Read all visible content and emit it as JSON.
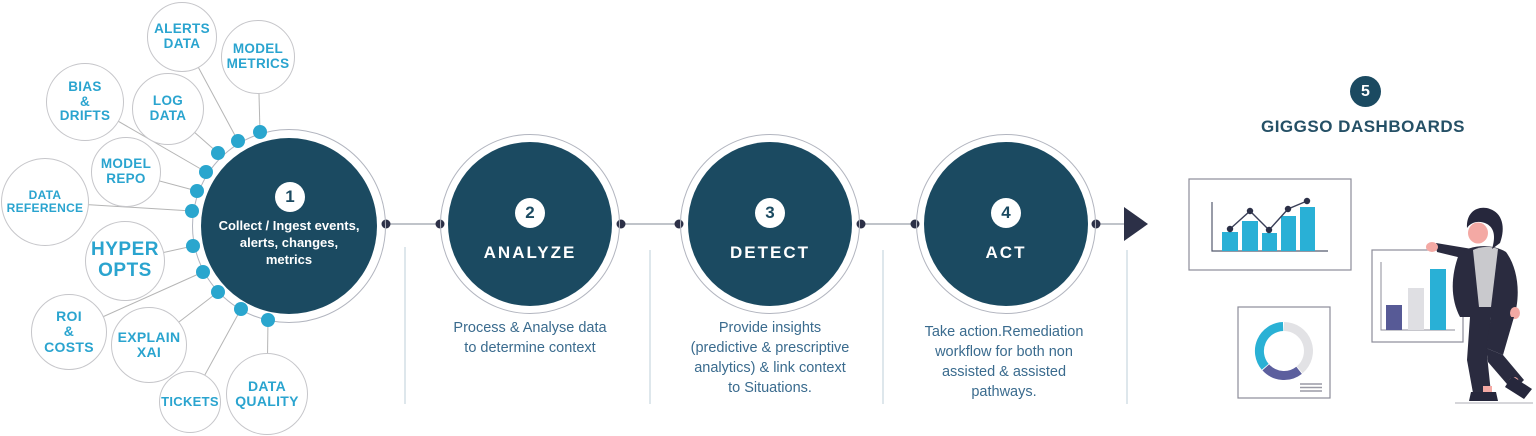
{
  "hub": {
    "number": "1",
    "label": "Collect / Ingest events,\nalerts, changes,\nmetrics",
    "satellites": [
      {
        "label": "ALERTS\nDATA"
      },
      {
        "label": "MODEL\nMETRICS"
      },
      {
        "label": "BIAS\n&\nDRIFTS"
      },
      {
        "label": "LOG\nDATA"
      },
      {
        "label": "MODEL\nREPO"
      },
      {
        "label": "DATA\nREFERENCE"
      },
      {
        "label": "HYPER\nOPTS"
      },
      {
        "label": "ROI\n&\nCOSTS"
      },
      {
        "label": "EXPLAIN\nXAI"
      },
      {
        "label": "TICKETS"
      },
      {
        "label": "DATA\nQUALITY"
      }
    ]
  },
  "steps": [
    {
      "number": "2",
      "name": "ANALYZE",
      "description": "Process & Analyse data\nto determine context"
    },
    {
      "number": "3",
      "name": "DETECT",
      "description": "Provide insights\n(predictive & prescriptive\nanalytics) & link context\nto Situations."
    },
    {
      "number": "4",
      "name": "ACT",
      "description": "Take action.Remediation\nworkflow for both non\nassisted & assisted\npathways."
    }
  ],
  "final_step": {
    "number": "5",
    "label": "GIGGSO DASHBOARDS"
  },
  "colors": {
    "circle_fill": "#1b4a61",
    "accent_cyan": "#29a6ce",
    "chart_cyan": "#29b0d6",
    "chart_purple": "#5c5f9e",
    "chart_gray": "#e2e2e5",
    "dark_indigo": "#2c3047",
    "description_text": "#3a6b8e"
  },
  "dashboards": {
    "illustrations": [
      {
        "name": "bar-line-chart"
      },
      {
        "name": "donut-chart"
      },
      {
        "name": "presenter-with-bar-chart"
      }
    ]
  }
}
